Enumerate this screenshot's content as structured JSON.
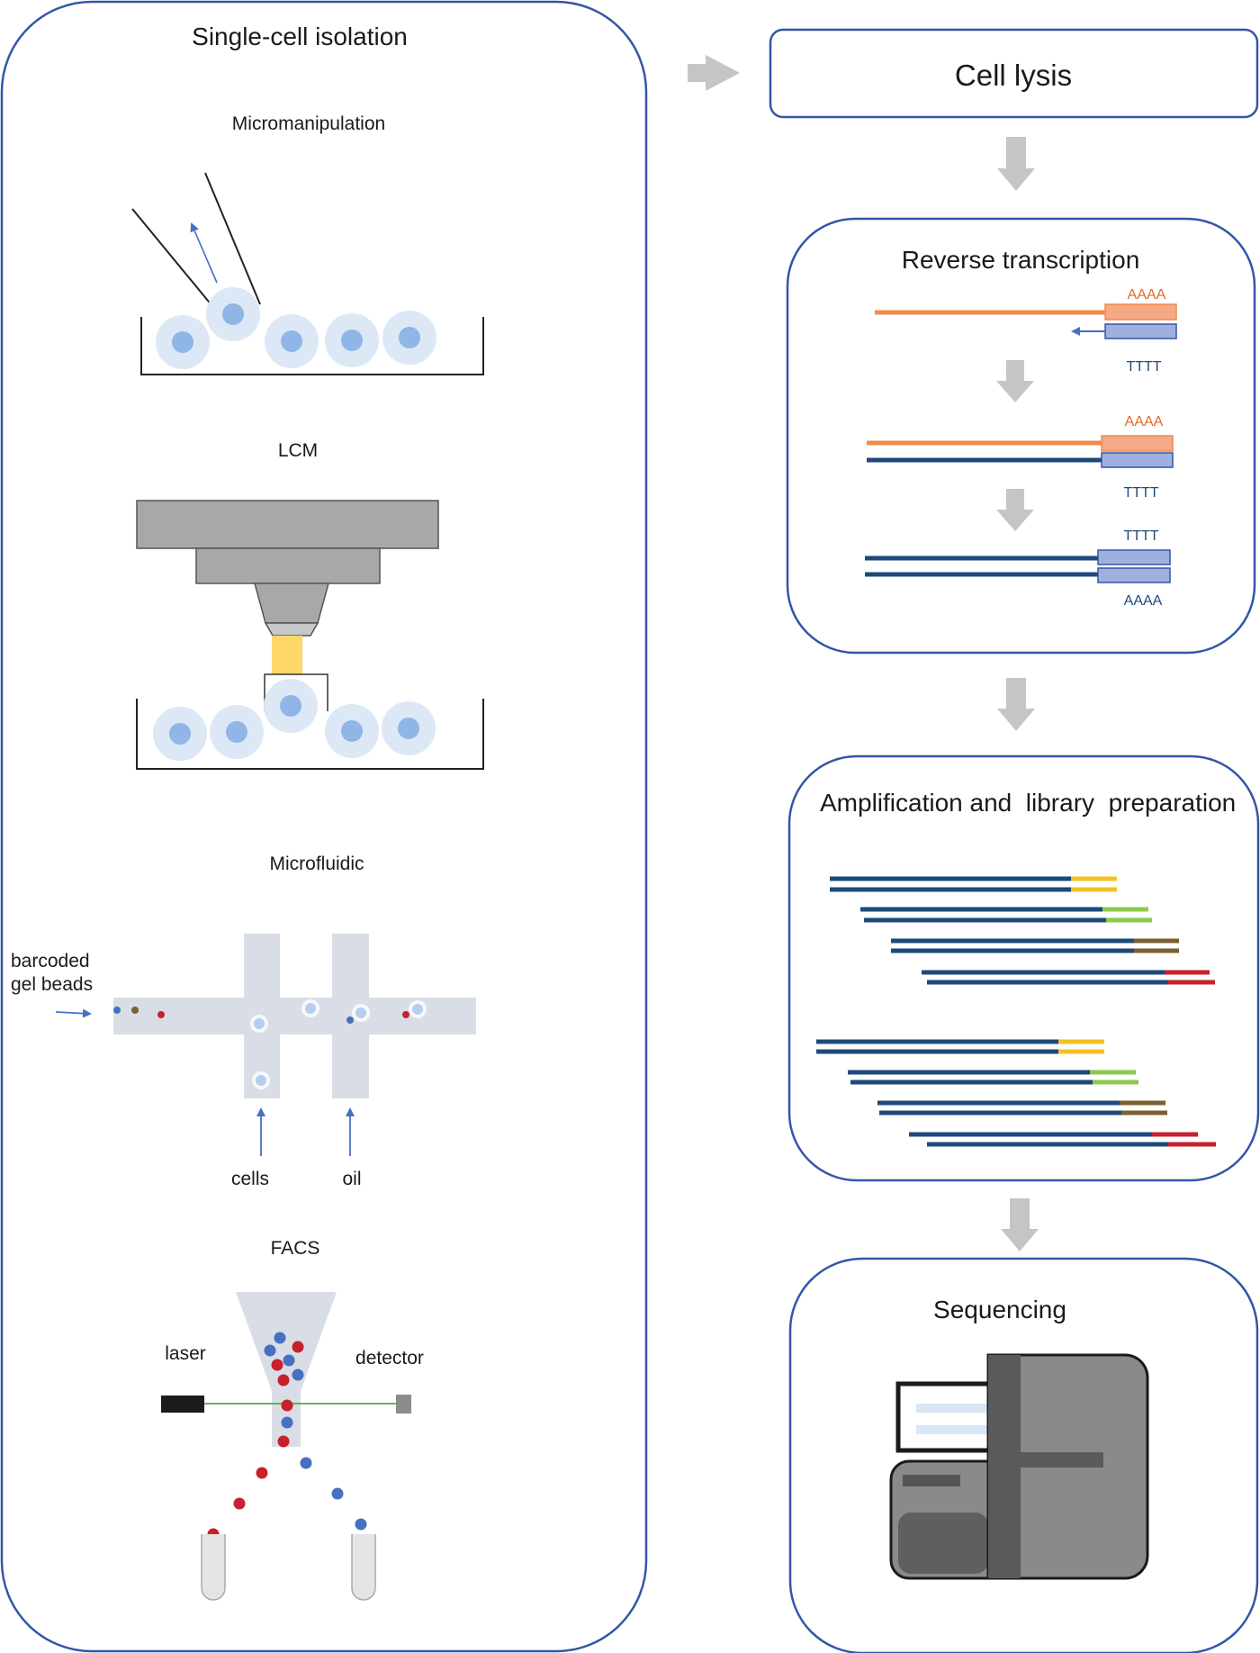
{
  "left_panel": {
    "title": "Single-cell isolation",
    "methods": {
      "micromanipulation": "Micromanipulation",
      "lcm": "LCM",
      "microfluidic": "Microfluidic",
      "facs": "FACS"
    },
    "microfluidic_labels": {
      "beads_line1": "barcoded",
      "beads_line2": "gel beads",
      "cells": "cells",
      "oil": "oil"
    },
    "facs_labels": {
      "laser": "laser",
      "detector": "detector"
    }
  },
  "right_panel": {
    "cell_lysis": "Cell lysis",
    "reverse_transcription": {
      "title": "Reverse transcription",
      "polyA_1": "AAAA",
      "polyT_1": "TTTT",
      "polyA_2": "AAAA",
      "polyT_2": "TTTT",
      "polyT_3": "TTTT",
      "polyA_3": "AAAA"
    },
    "amplification": {
      "title": "Amplification and  library  preparation"
    },
    "sequencing": {
      "title": "Sequencing"
    }
  },
  "colors": {
    "box_border": "#3356a8",
    "rna_orange": "#f08a4b",
    "cdna_blue": "#1d4a7b",
    "primer_fill": "#9fb0e0",
    "barcode_yellow": "#f5c026",
    "barcode_green": "#8cc94f",
    "barcode_brown": "#7a6030",
    "barcode_red": "#c8202c",
    "cell_red": "#c8202c",
    "cell_blue": "#4670c0",
    "laser_beam": "#5aa83c",
    "instrument_gray": "#8a8a8c"
  },
  "barcode_colors_order": [
    "barcode_yellow",
    "barcode_green",
    "barcode_brown",
    "barcode_red"
  ]
}
